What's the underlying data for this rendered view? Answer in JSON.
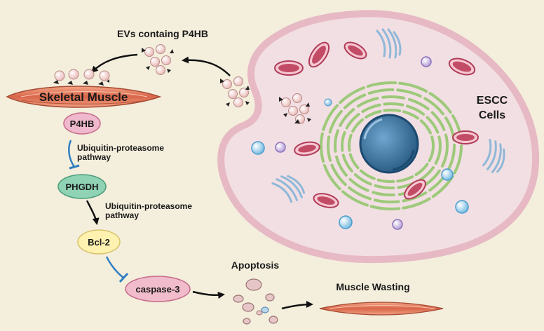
{
  "labels": {
    "evs": "EVs containg P4HB",
    "skeletal_muscle": "Skeletal Muscle",
    "p4hb": "P4HB",
    "pathway1_line1": "Ubiquitin-proteasome",
    "pathway1_line2": "pathway",
    "phgdh": "PHGDH",
    "pathway2_line1": "Ubiquitin-proteasome",
    "pathway2_line2": "pathway",
    "bcl2": "Bcl-2",
    "caspase3": "caspase-3",
    "apoptosis": "Apoptosis",
    "muscle_wasting": "Muscle Wasting",
    "escc_line1": "ESCC",
    "escc_line2": "Cells"
  },
  "colors": {
    "background": "#f4eedc",
    "cell_membrane": "#e6b9c4",
    "cell_cytoplasm": "#f2dfe3",
    "er_green": "#9dc97a",
    "nucleus_blue": "#2f6d9c",
    "mitochondria": "#c24c66",
    "inhibition_blue": "#2f7fc1",
    "p4hb_fill": "#f0b8cc",
    "phgdh_fill": "#8fd2b4",
    "bcl2_fill": "#fff2b0",
    "caspase_fill": "#f1bccb",
    "muscle": "#e07a5a"
  }
}
